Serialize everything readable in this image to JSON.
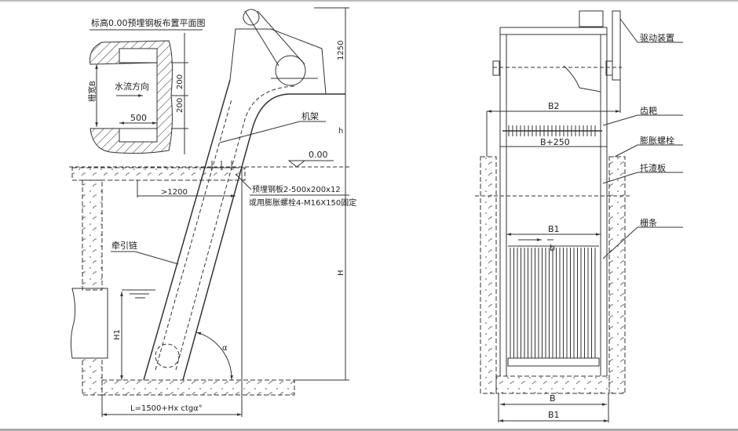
{
  "plan_view": {
    "title": "标高0.00预埋钢板布置平面图",
    "flow_direction": "水流方向",
    "grate_width": "栅宽B",
    "dim_500": "500",
    "dim_200_a": "200",
    "dim_200_b": "200"
  },
  "side_view": {
    "dim_1250": "1250",
    "dim_h": "h",
    "dim_H": "H",
    "dim_H1": "H1",
    "elevation": "0.00",
    "frame_label": "机架",
    "embedded_plate": "预埋钢板2-500x200x12",
    "expansion_bolt_note": "或用膨胀螺栓4-M16X150固定",
    "dim_1200": ">1200",
    "chain_label": "牵引链",
    "angle": "α",
    "length_formula": "L=1500+Hx ctgα°"
  },
  "front_view": {
    "drive_label": "驱动装置",
    "rake_label": "齿耙",
    "bolt_label": "膨胀螺栓",
    "tray_label": "托渣板",
    "bars_label": "栅条",
    "dim_B2": "B2",
    "dim_B250": "B+250",
    "dim_B1_top": "B1",
    "dim_b": "b",
    "dim_B": "B",
    "dim_B1_bottom": "B1"
  }
}
